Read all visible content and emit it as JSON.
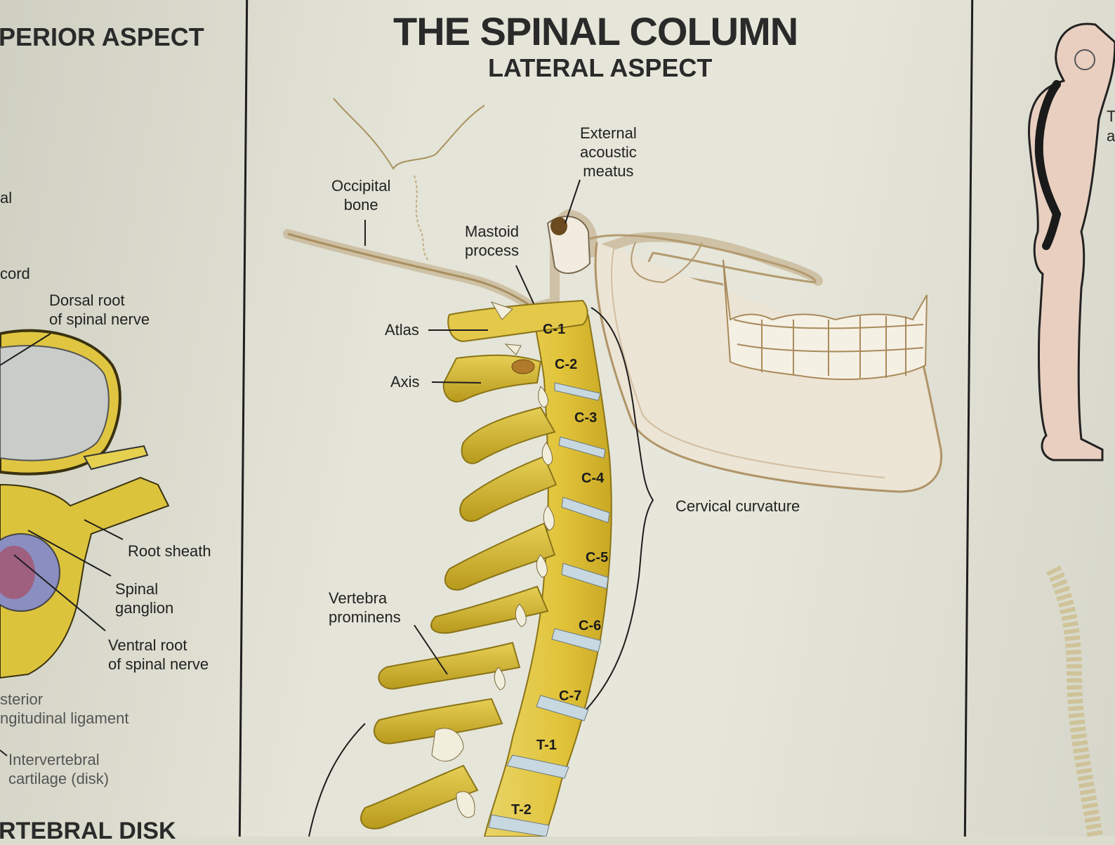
{
  "header": {
    "title": "THE SPINAL COLUMN",
    "subtitle": "LATERAL ASPECT",
    "left_panel_title": "PERIOR ASPECT",
    "left_panel_bottom_title": "RTEBRAL DISK"
  },
  "left_panel": {
    "labels": {
      "al": "al",
      "cord": "cord",
      "dorsal_root": "Dorsal root\nof spinal nerve",
      "root_sheath": "Root sheath",
      "spinal_ganglion": "Spinal\nganglion",
      "ventral_root": "Ventral root\n of spinal nerve",
      "posterior_ligament": "sterior\nngitudinal ligament",
      "intervertebral": "Intervertebral\ncartilage (disk)"
    }
  },
  "main": {
    "labels": {
      "external_acoustic_meatus": "External\nacoustic\nmeatus",
      "occipital_bone": "Occipital\nbone",
      "mastoid_process": "Mastoid\nprocess",
      "atlas": "Atlas",
      "axis": "Axis",
      "vertebra_prominens": "Vertebra\nprominens",
      "cervical_curvature": "Cervical curvature"
    },
    "vertebrae": [
      "C-1",
      "C-2",
      "C-3",
      "C-4",
      "C-5",
      "C-6",
      "C-7",
      "T-1",
      "T-2"
    ]
  },
  "right_panel": {
    "partial_text": [
      "T",
      "a"
    ]
  },
  "colors": {
    "poster_bg": "#e4e4d8",
    "bone_yellow": "#e2c43a",
    "bone_shade": "#b89a1c",
    "disk_blue": "#c8d8e0",
    "skull_beige": "#eee6d6",
    "figure_skin": "#e8cfc0",
    "ink": "#1e1e1e"
  }
}
